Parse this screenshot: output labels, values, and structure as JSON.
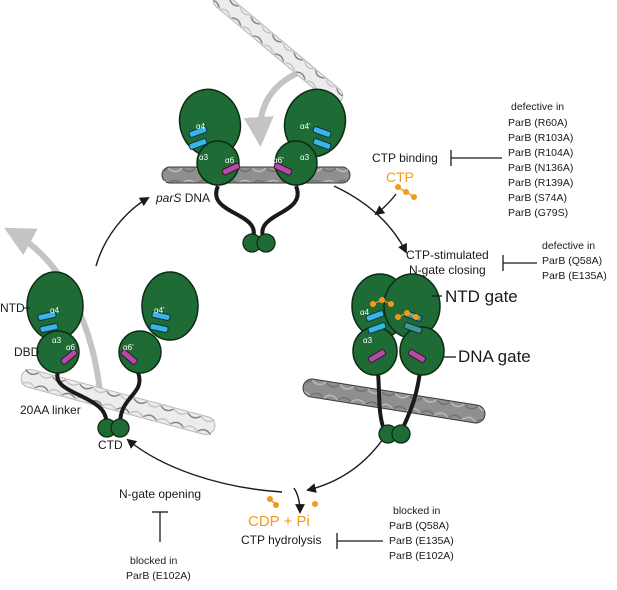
{
  "colors": {
    "protein_fill": "#1e6b35",
    "protein_stroke": "#0c2c14",
    "helix_blue": "#38b6e8",
    "helix_magenta": "#b84aa7",
    "ctp_orange": "#f39a1e",
    "arrow_gray": "#c4c4c4",
    "dna_dark": "#8f8f8f",
    "dna_light": "#ececec",
    "text": "#1a1a1a"
  },
  "labels": {
    "ntd": "NTD",
    "dbd": "DBD",
    "linker": "20AA linker",
    "ctd": "CTD",
    "pars_italic": "parS",
    "pars_dna": " DNA",
    "ctp_binding": "CTP binding",
    "ctp": "CTP",
    "ctp_closing_1": "CTP-stimulated",
    "ctp_closing_2": "N-gate closing",
    "ntd_gate": "NTD gate",
    "dna_gate": "DNA gate",
    "cdp": "CDP",
    "plus_pi": " + Pi",
    "ctp_hydrolysis": "CTP hydrolysis",
    "ngate_opening": "N-gate opening"
  },
  "helices": {
    "a3": "α3",
    "a4": "α4",
    "a4p": "α4'",
    "a6": "α6",
    "a6p": "α6'"
  },
  "mutant_boxes": {
    "binding_defects": {
      "header": "defective in",
      "items": [
        "ParB (R60A)",
        "ParB (R103A)",
        "ParB (R104A)",
        "ParB (N136A)",
        "ParB (R139A)",
        "ParB (S74A)",
        "ParB (G79S)"
      ]
    },
    "closing_defects": {
      "header": "defective in",
      "items": [
        "ParB (Q58A)",
        "ParB (E135A)"
      ]
    },
    "hydrolysis_blocked": {
      "header": "blocked in",
      "items": [
        "ParB (Q58A)",
        "ParB (E135A)",
        "ParB (E102A)"
      ]
    },
    "opening_blocked": {
      "header": "blocked in",
      "items": [
        "ParB (E102A)"
      ]
    }
  }
}
